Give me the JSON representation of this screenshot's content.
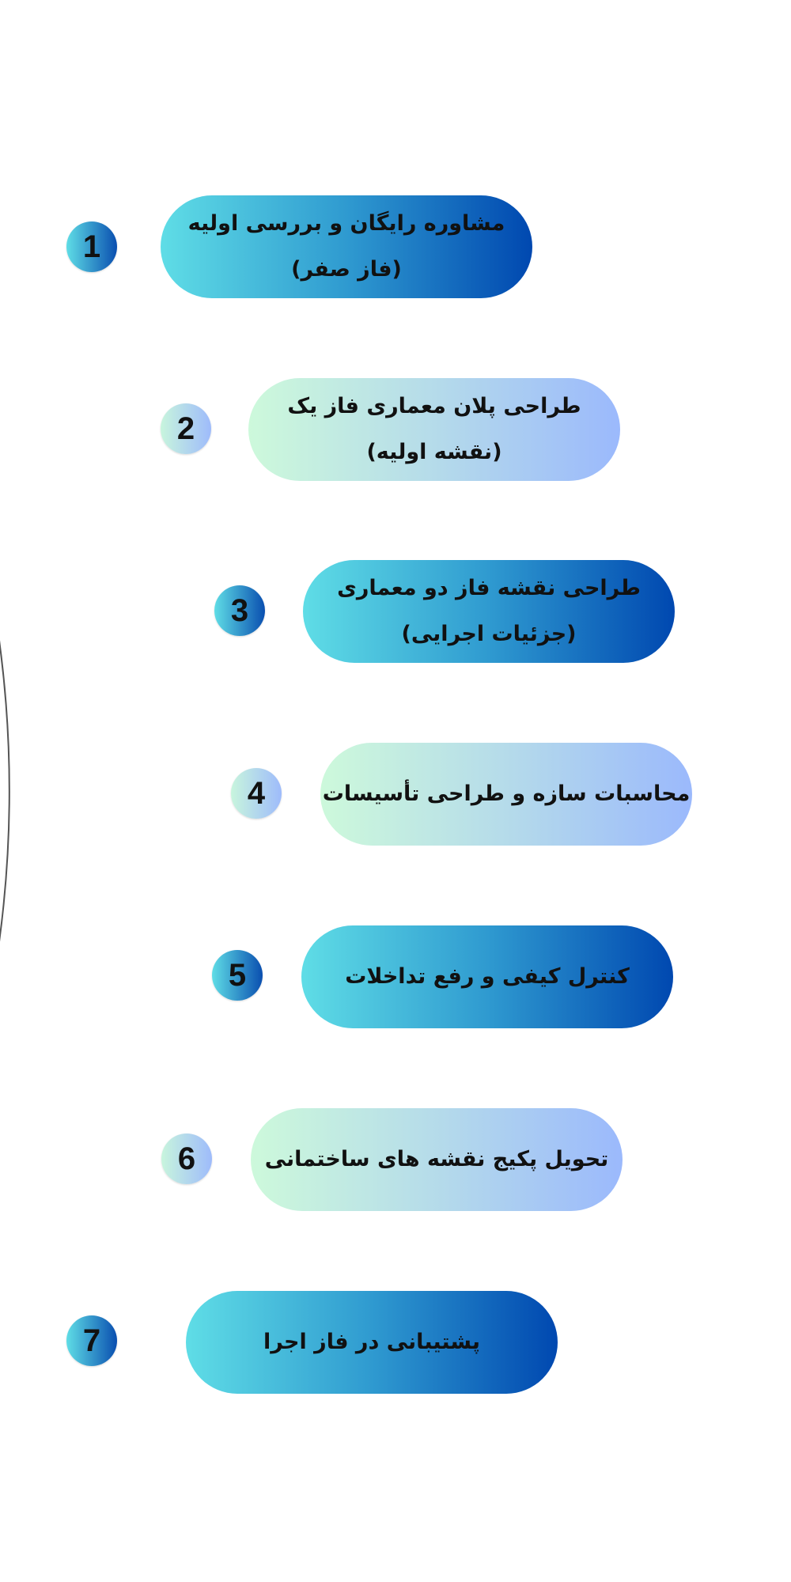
{
  "colors": {
    "dark_start": "#5fdde6",
    "dark_end": "#0048b0",
    "light_start": "#cdf9db",
    "light_end": "#9bb9fc",
    "arc": "#555555"
  },
  "steps": [
    {
      "number": "1",
      "title": "مشاوره رایگان و بررسی اولیه",
      "subtitle": "(فاز صفر)"
    },
    {
      "number": "2",
      "title": "طراحی پلان معماری فاز یک",
      "subtitle": "(نقشه اولیه)"
    },
    {
      "number": "3",
      "title": "طراحی نقشه فاز دو معماری",
      "subtitle": "(جزئیات اجرایی)"
    },
    {
      "number": "4",
      "title": "محاسبات سازه و طراحی تأسیسات",
      "subtitle": ""
    },
    {
      "number": "5",
      "title": "کنترل کیفی و رفع تداخلات",
      "subtitle": ""
    },
    {
      "number": "6",
      "title": "تحویل پکیج نقشه های ساختمانی",
      "subtitle": ""
    },
    {
      "number": "7",
      "title": "پشتیبانی در فاز اجرا",
      "subtitle": ""
    }
  ]
}
